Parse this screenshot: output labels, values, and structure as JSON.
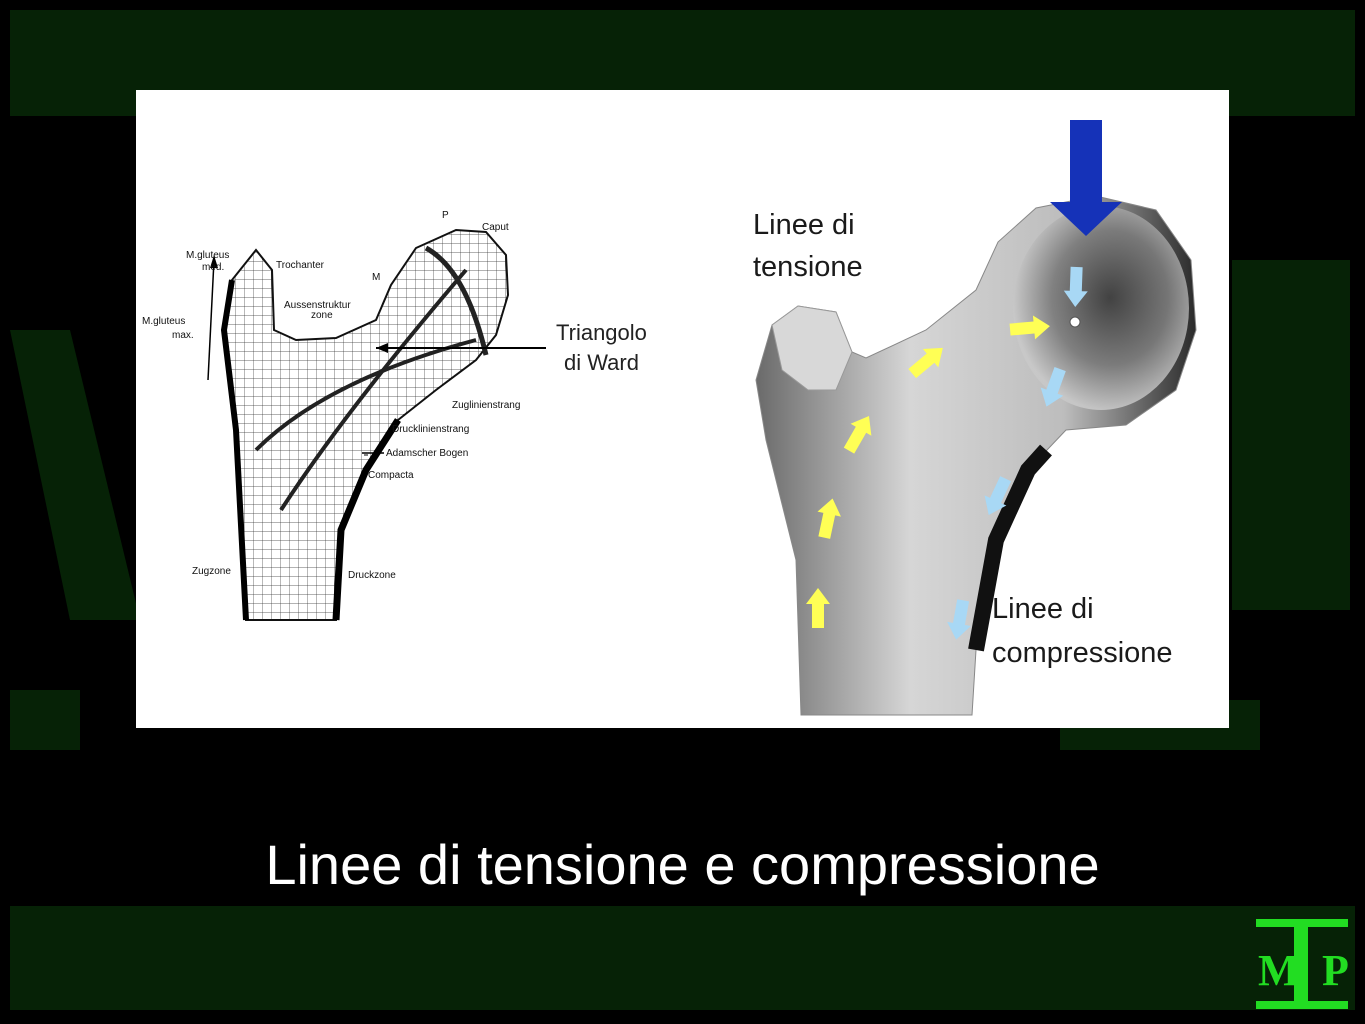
{
  "slide": {
    "caption": "Linee di tensione e compressione",
    "logo_text": "MIP"
  },
  "left_diagram": {
    "labels": {
      "m_gluteus_med": [
        "M.gluteus",
        "med."
      ],
      "m_gluteus_max": [
        "M.gluteus",
        "max."
      ],
      "trochanter": "Trochanter",
      "aussenstruktur": [
        "Aussenstruktur",
        "zone"
      ],
      "p": "P",
      "caput": "Caput",
      "m": "M",
      "triangolo_di_ward": [
        "Triangolo",
        "di Ward"
      ],
      "zuglinienstrang": "Zuglinienstrang",
      "drucklinienstrang": "Drucklinienstrang",
      "adamscher_bogen": "Adamscher Bogen",
      "compacta": "Compacta",
      "zugzone": "Zugzone",
      "druckzone": "Druckzone"
    }
  },
  "right_diagram": {
    "label_tension": [
      "Linee di",
      "tensione"
    ],
    "label_compression": [
      "Linee di",
      "compressione"
    ],
    "load_arrow_color": "#1532b8",
    "tension_arrow_color": "#ffff55",
    "compression_arrow_color": "#a8d8f5"
  },
  "colors": {
    "background": "#000000",
    "watermark": "#062206",
    "logo_green": "#22dd22"
  }
}
